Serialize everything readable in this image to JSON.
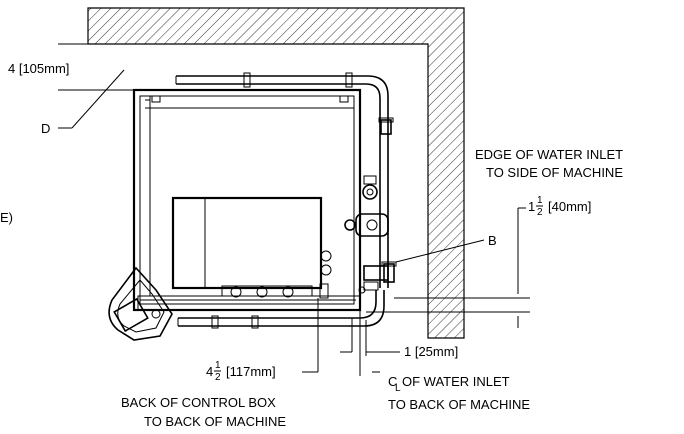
{
  "labels": {
    "top_clearance": "4 [105mm]",
    "callout_d": "D",
    "edge_line1": "EDGE OF WATER INLET",
    "edge_line2": "TO SIDE OF MACHINE",
    "side_whole": "1",
    "side_num": "1",
    "side_den": "2",
    "side_mm": "[40mm]",
    "callout_b": "B",
    "back_inlet": "1 [25mm]",
    "box_whole": "4",
    "box_num": "1",
    "box_den": "2",
    "box_mm": "[117mm]",
    "centerline_symbol": "C",
    "centerline_sub": "L",
    "cl_line1": " OF WATER INLET",
    "cl_line2": "TO BACK OF MACHINE",
    "ctrl_line1": "BACK OF CONTROL BOX",
    "ctrl_line2": "TO BACK OF MACHINE",
    "edge_fragment": "E)"
  }
}
